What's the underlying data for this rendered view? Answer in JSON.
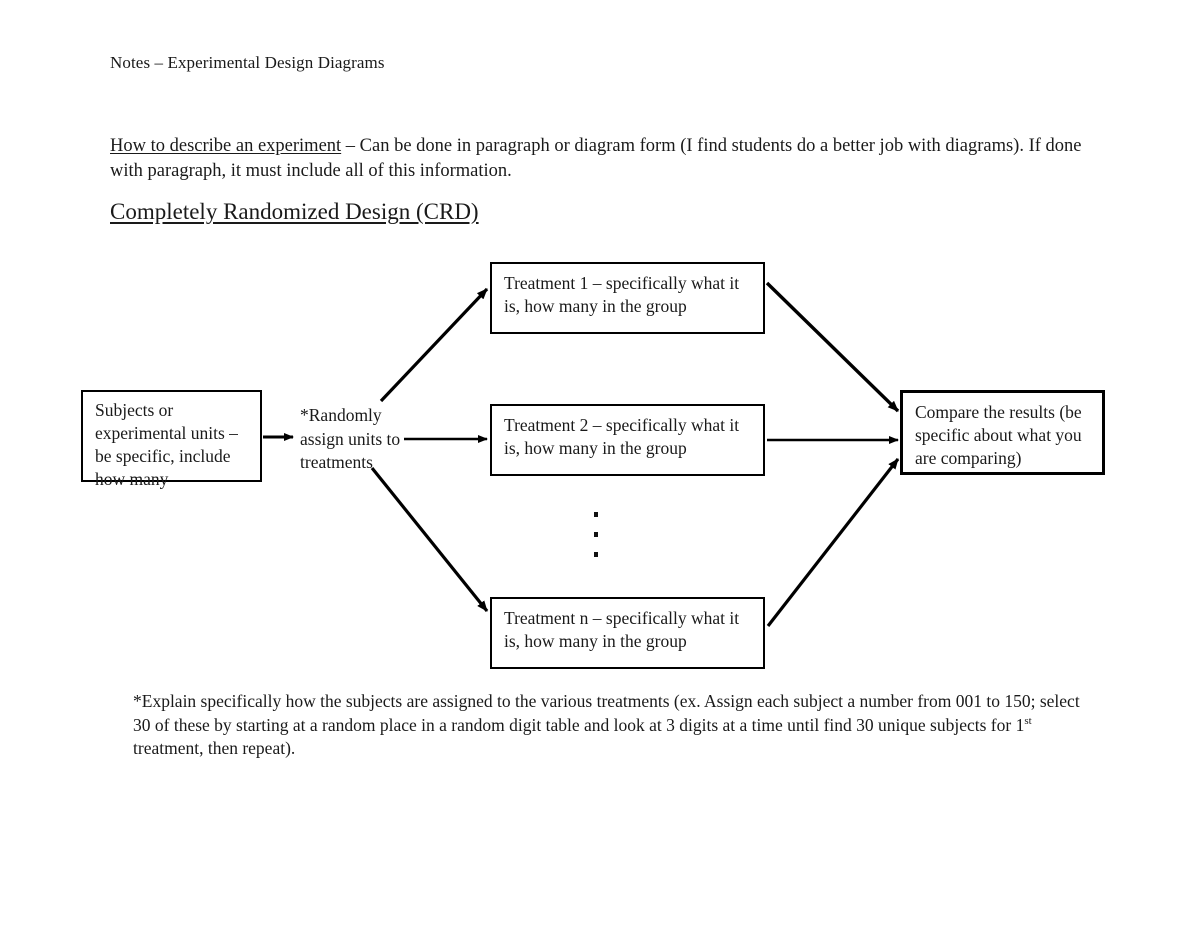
{
  "document": {
    "title": "Notes – Experimental Design Diagrams",
    "intro": {
      "underlined_lead": "How to describe an experiment",
      "body": " – Can be done in paragraph or diagram form (I find students do a better job with diagrams).  If done with paragraph, it must include all of this information."
    },
    "section_heading": "Completely Randomized Design (CRD)",
    "footnote": {
      "part1": "*Explain specifically how the subjects are assigned to the various treatments (ex.  Assign each subject a number from 001 to 150; select 30 of these by starting at a random place in a random digit table and look at 3 digits at a time until find 30 unique subjects for 1",
      "superscript": "st",
      "part2": " treatment, then repeat)."
    }
  },
  "diagram": {
    "type": "flowchart",
    "name": "completely-randomized-design",
    "nodes": [
      {
        "id": "subjects",
        "label": "Subjects or experimental units – be specific, include how many"
      },
      {
        "id": "randomize",
        "label": "*Randomly assign units to treatments"
      },
      {
        "id": "treatment-1",
        "label": "Treatment 1 – specifically what it is, how many in the group"
      },
      {
        "id": "treatment-2",
        "label": "Treatment 2 – specifically what it is, how many in the group"
      },
      {
        "id": "treatment-n",
        "label": "Treatment n – specifically what it is, how many in the group"
      },
      {
        "id": "compare",
        "label": "Compare the results (be specific about what you are comparing)"
      }
    ],
    "edges": [
      {
        "from": "subjects",
        "to": "randomize"
      },
      {
        "from": "randomize",
        "to": "treatment-1"
      },
      {
        "from": "randomize",
        "to": "treatment-2"
      },
      {
        "from": "randomize",
        "to": "treatment-n"
      },
      {
        "from": "treatment-1",
        "to": "compare"
      },
      {
        "from": "treatment-2",
        "to": "compare"
      },
      {
        "from": "treatment-n",
        "to": "compare"
      }
    ],
    "ellipsis": "⋮",
    "stroke_color": "#000000",
    "background_color": "#ffffff"
  }
}
